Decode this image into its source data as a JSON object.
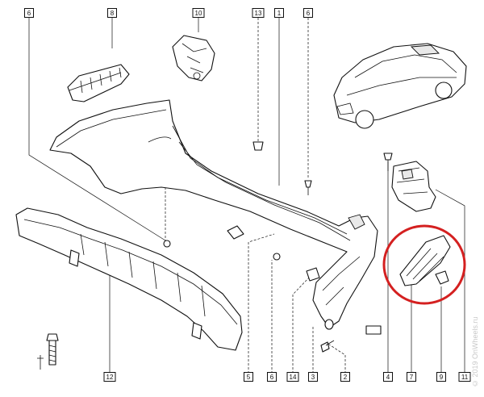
{
  "callouts": [
    {
      "id": "c6a",
      "label": "6"
    },
    {
      "id": "c8",
      "label": "8"
    },
    {
      "id": "c10",
      "label": "10"
    },
    {
      "id": "c13",
      "label": "13"
    },
    {
      "id": "c1",
      "label": "1"
    },
    {
      "id": "c6b",
      "label": "6"
    },
    {
      "id": "c12",
      "label": "12"
    },
    {
      "id": "c5",
      "label": "5"
    },
    {
      "id": "c6c",
      "label": "6"
    },
    {
      "id": "c14",
      "label": "14"
    },
    {
      "id": "c3",
      "label": "3"
    },
    {
      "id": "c2",
      "label": "2"
    },
    {
      "id": "c4",
      "label": "4"
    },
    {
      "id": "c7",
      "label": "7"
    },
    {
      "id": "c9",
      "label": "9"
    },
    {
      "id": "c11",
      "label": "11"
    }
  ],
  "watermark": "© 2019 OnWheels.ru",
  "highlight_color": "#d42020"
}
